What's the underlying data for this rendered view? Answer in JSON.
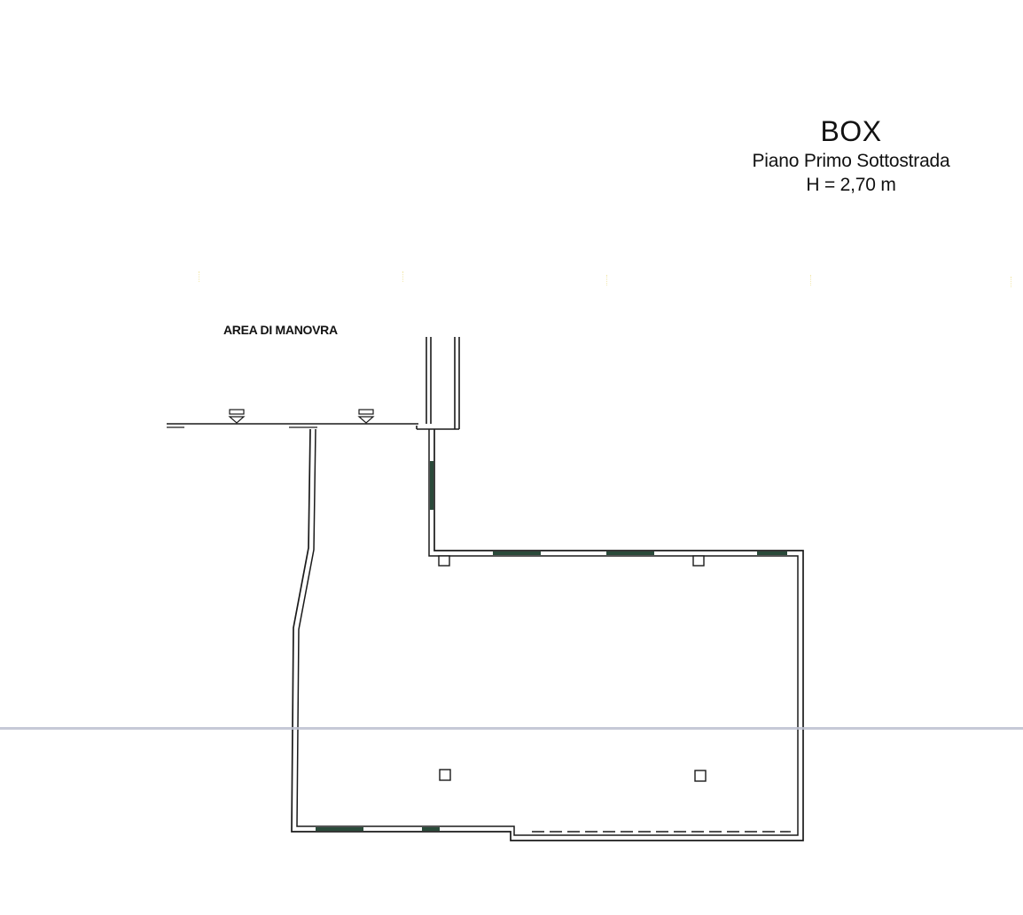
{
  "drawing": {
    "title": "BOX",
    "floor": "Piano Primo Sottostrada",
    "height": "H = 2,70 m"
  },
  "labels": {
    "area_label": "AREA DI MANOVRA"
  },
  "colors": {
    "line": "#1a1a1a",
    "window": "#2a4a3a",
    "background": "#ffffff",
    "scan_line": "#bcc0d0"
  }
}
